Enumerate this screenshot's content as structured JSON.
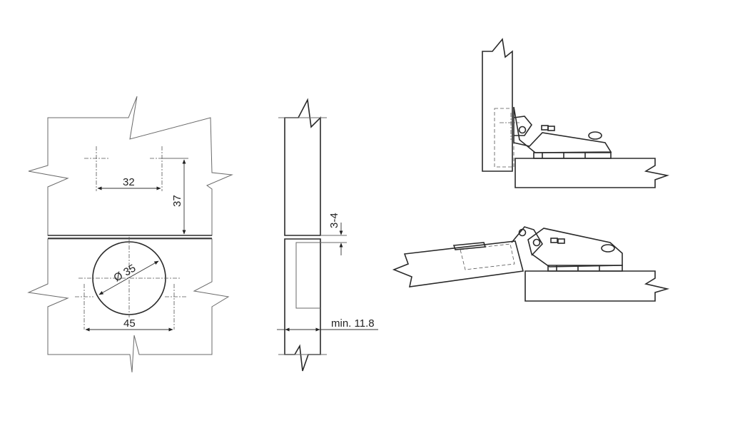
{
  "dimensions": {
    "hole_spacing": "32",
    "edge_distance": "37",
    "cup_diameter": "Ø 35",
    "cup_spacing": "45",
    "gap": "3-4",
    "min_thickness": "min. 11.8"
  },
  "colors": {
    "line": "#2a2a2a",
    "guide": "#6a6a6a",
    "text": "#222222"
  }
}
